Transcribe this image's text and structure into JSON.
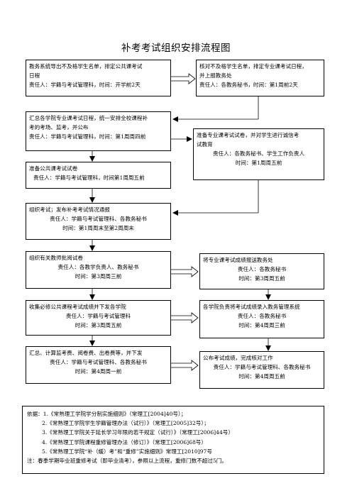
{
  "title": "补考考试组织安排流程图",
  "left_boxes": [
    {
      "lines": [
        "教务系统导出不及格学生名单，排定公共课考试",
        "日程",
        "责任人：学籍与考试管理科，时间：开学前2天"
      ]
    },
    {
      "lines": [
        "汇总各学院专业课考试日程，统一安排全校课程补",
        "考的考场、监考，并公布",
        "责任人：学籍与考试管理科，时间：第1周周四前"
      ]
    },
    {
      "lines": [
        "准备公共课考试试卷",
        "责任人：学籍与考试管理科，时间第1周周五前"
      ]
    },
    {
      "lines": [
        "组织考试；发布补考考试情况通报",
        "责任人：学籍与考试管理科、各教务秘书",
        "时间：第1周周末至第2周周末"
      ]
    },
    {
      "lines": [
        "组织有关教师批阅试卷",
        "责任人：各教学负责人、教务秘书",
        "时间：第3周周三前"
      ]
    },
    {
      "lines": [
        "收集必修公共课程考试成绩并下发各学院",
        "责任人：学籍与考试管理科",
        "时间：第3周周五前"
      ]
    },
    {
      "lines": [
        "汇总、计算监考费、阅卷费、出卷费等，并下发",
        "责任人：学籍与考试管理科、各教务秘书",
        "时间：第4周周一前"
      ]
    }
  ],
  "right_boxes": [
    {
      "lines": [
        "核对不及格学生名单，排定专业课考试日程，",
        "并上报教务处",
        "责任人：各教务秘书，时间：第1周前2天"
      ]
    },
    {
      "lines": [
        "准备专业课考试试卷，并对学生进行诚信考",
        "试教育",
        "责任人：各教务秘书、学生工作负责人",
        "时间：第1周周五前"
      ]
    },
    {
      "lines": [
        "将专业课考试成绩报送教务处",
        "责任人：各教务秘书",
        "时间：第3周周五前"
      ]
    },
    {
      "lines": [
        "各学院负责将考试成绩录入教务管理系统",
        "责任人：各教务秘书",
        "时间：第4周周三前"
      ]
    },
    {
      "lines": [
        "公布考试成绩，完成核对工作",
        "责任人：学籍与考试管理科、各教务秘书",
        "时间：第4周周五前"
      ]
    }
  ],
  "references": {
    "lines": [
      "依据：1.《常熟理工学院学分制实施细则》（常理工[2004]40号）；",
      "2.《常熟理工学院学生学籍管理办法（试行）》（常理工[2005]32号）；",
      "3.《常熟理工学院关于延长学习年限的若干规定（试行）》（常理工[2006]44号）",
      "4.《常熟理工学院课程重修管理办法（修订）》（常理工[2006]68号）",
      "5.《常熟理工学院“补（缓）考”和“重修”实施细则》常理工[2010]97号",
      "注：春季学期毕业班重修考试（即毕业清考），参照以上流程，重修门数不超过5门。"
    ]
  }
}
